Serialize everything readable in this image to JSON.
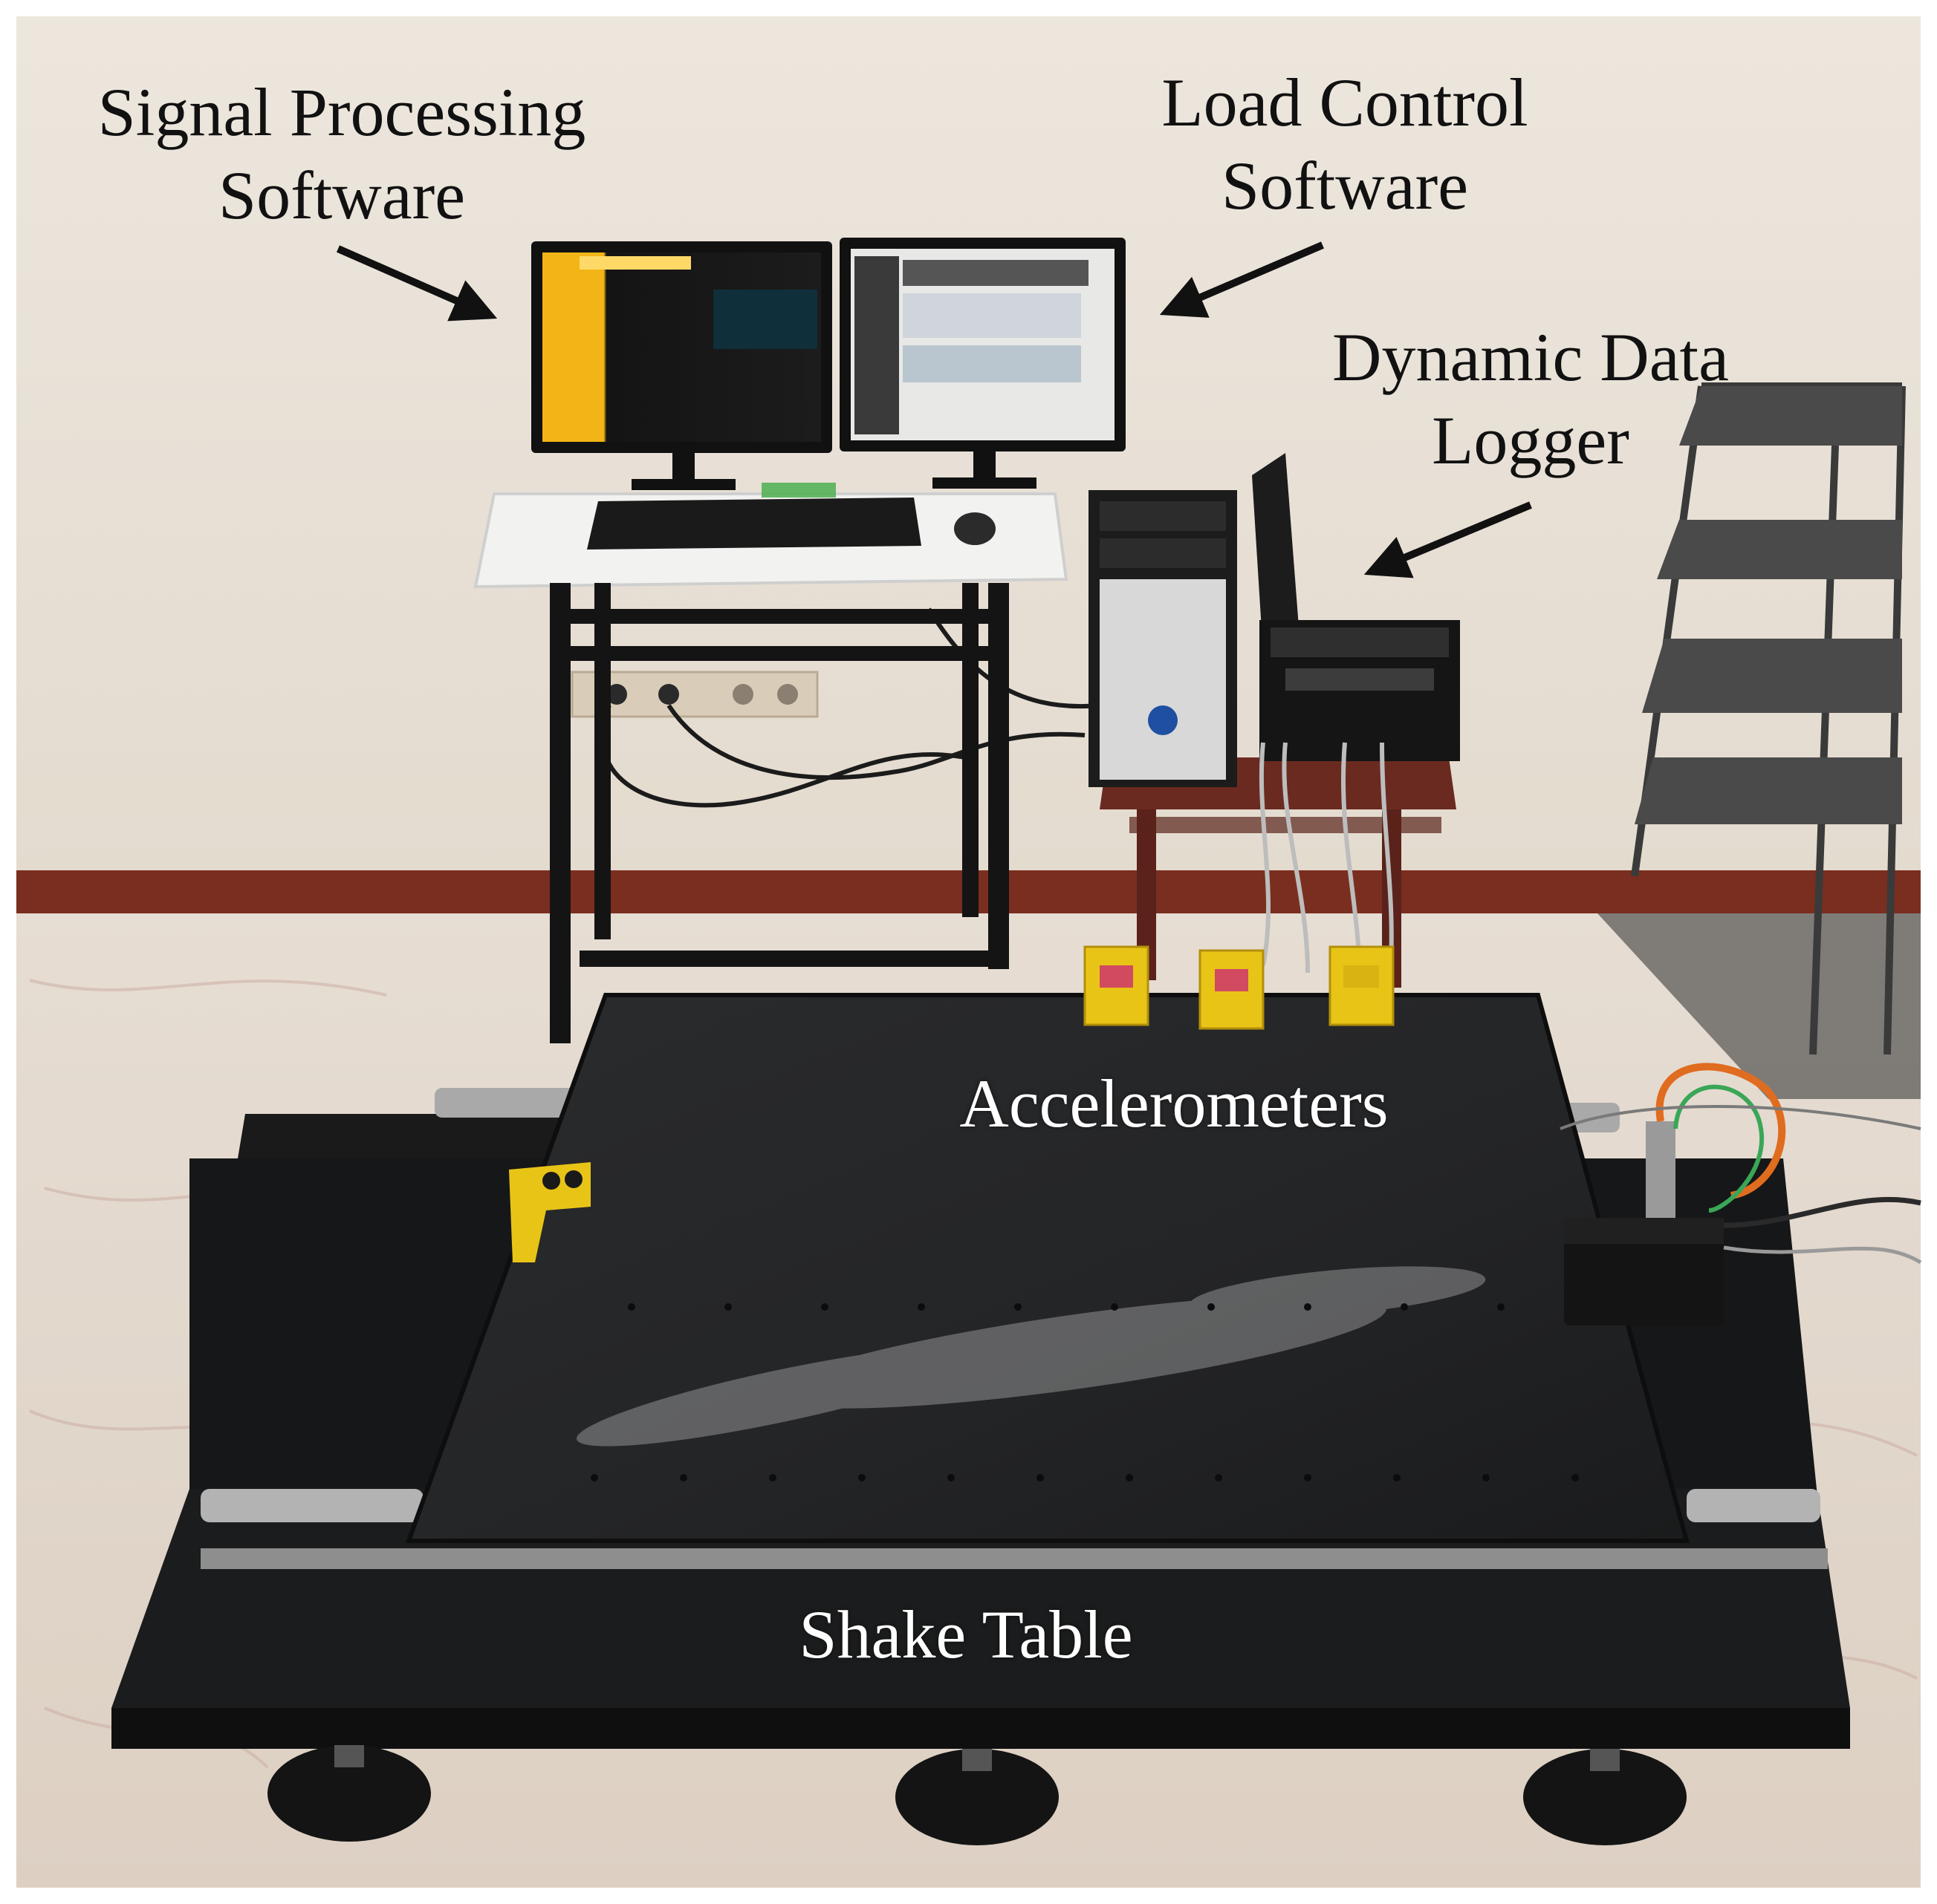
{
  "labels": {
    "signal_processing": {
      "line1": "Signal Processing",
      "line2": "Software"
    },
    "load_control": {
      "line1": "Load Control",
      "line2": "Software"
    },
    "data_logger": {
      "line1": "Dynamic Data",
      "line2": "Logger"
    },
    "accelerometers": "Accelerometers",
    "shake_table": "Shake Table"
  },
  "colors": {
    "wall": "#e9e1d7",
    "floor": "#e8ddd3",
    "table_plate": "#1f2021",
    "frame": "#141414",
    "accelerometer": "#e8c417",
    "software_accent": "#f2b416",
    "baseboard": "#7a2e1f",
    "side_table": "#6b2a20",
    "label_dark": "#111111",
    "label_light": "#ffffff"
  }
}
